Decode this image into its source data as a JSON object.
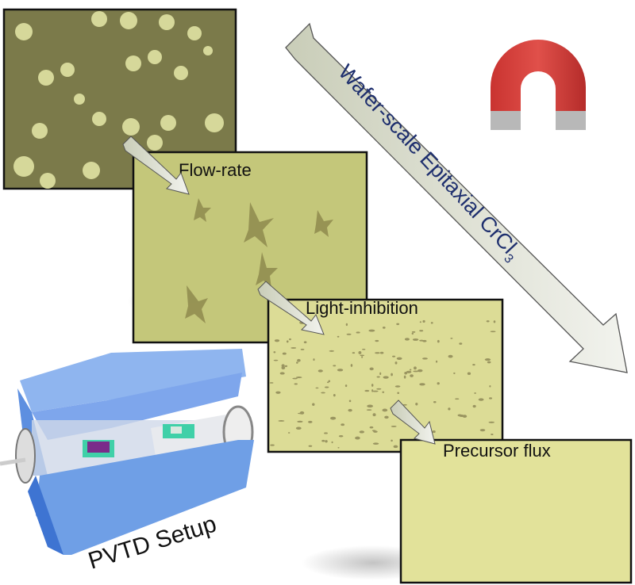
{
  "title_arrow": {
    "text": "Wafer-scale Epitaxial CrCl",
    "subscript": "3"
  },
  "panels": [
    {
      "label": ""
    },
    {
      "label": "Flow-rate"
    },
    {
      "label": "Light-inhibition"
    },
    {
      "label": "Precursor flux"
    }
  ],
  "setup_label": "PVTD Setup",
  "colors": {
    "panel1_bg": "#7b7a4a",
    "panel2_bg": "#c4c77a",
    "panel3_bg": "#dcdc96",
    "panel4_bg": "#e2e29a",
    "arrow_text": "#1e2f6e",
    "magnet": "#d23a36",
    "furnace": "#6f9fe6"
  }
}
